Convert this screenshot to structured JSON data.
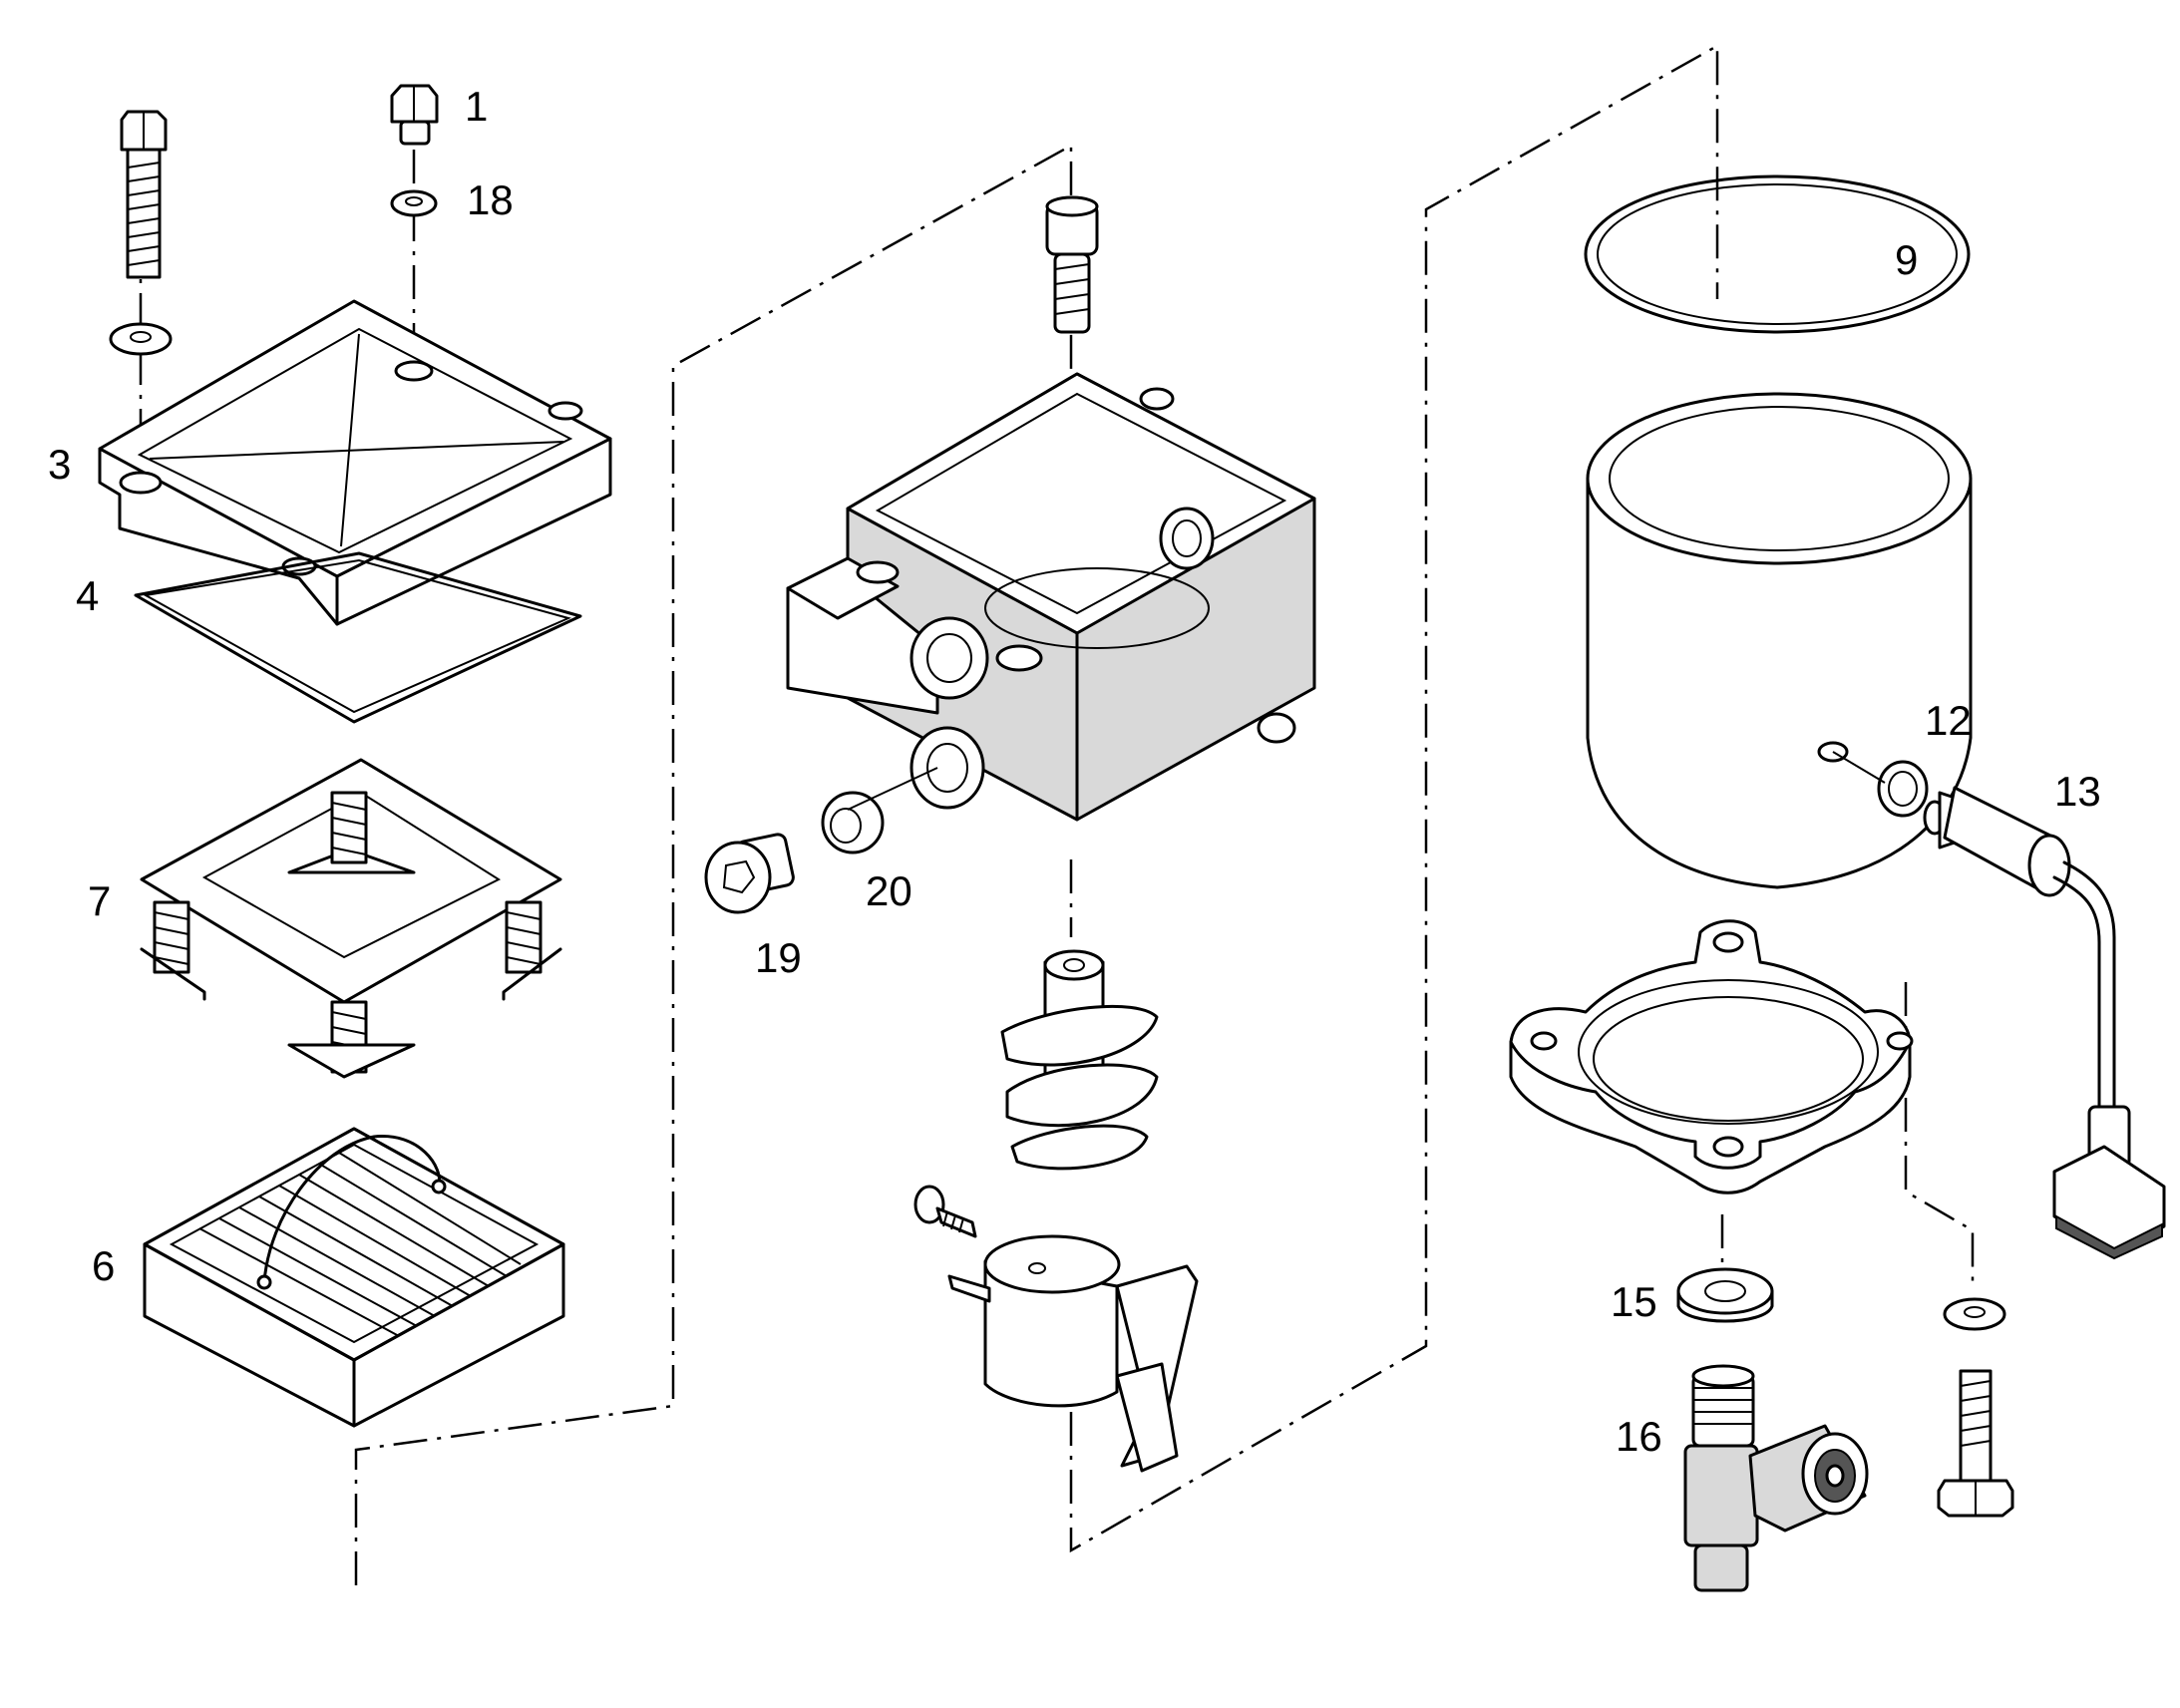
{
  "callouts": {
    "c1": "1",
    "c3": "3",
    "c4": "4",
    "c6": "6",
    "c7": "7",
    "c9": "9",
    "c12": "12",
    "c13": "13",
    "c15": "15",
    "c16": "16",
    "c18": "18",
    "c19": "19",
    "c20": "20"
  }
}
